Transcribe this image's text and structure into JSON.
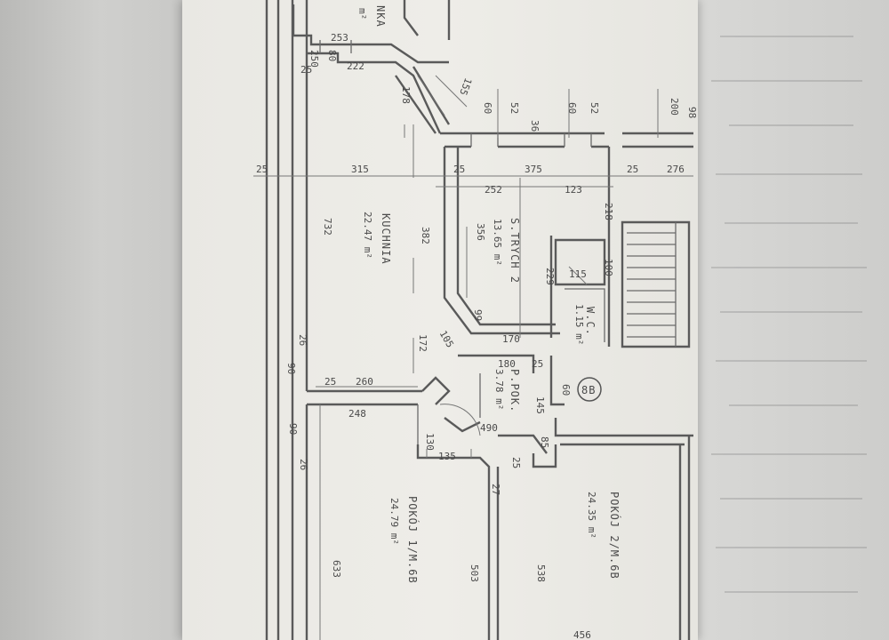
{
  "labels": {
    "top_kitchen_frag": "NKA",
    "top_area_frag": "m²",
    "d253": "253",
    "d222": "222",
    "d80": "80",
    "d250": "250",
    "d25a": "25",
    "d178": "178",
    "d155": "155",
    "d60a": "60",
    "d52a": "52",
    "d36": "36",
    "d60b": "60",
    "d52b": "52",
    "d200": "200",
    "d98": "98",
    "d25_left": "25",
    "d315": "315",
    "d25_mid": "25",
    "d375": "375",
    "d25_right": "25",
    "d276": "276",
    "d252": "252",
    "d123": "123",
    "d732": "732",
    "d382": "382",
    "d356": "356",
    "d218": "218",
    "d229": "229",
    "d115": "115",
    "d100": "100",
    "d99": "99",
    "d170": "170",
    "d172": "172",
    "d105": "105",
    "d26a": "26",
    "d90a": "90",
    "d25b": "25",
    "d260": "260",
    "d248": "248",
    "d180": "180",
    "d25c": "25",
    "d90b": "90",
    "d26b": "26",
    "d130": "130",
    "d135": "135",
    "d490": "490",
    "d25d": "25",
    "d85": "85",
    "d27": "27",
    "d633": "633",
    "d503": "503",
    "d538": "538",
    "d456": "456",
    "d60c": "60",
    "d145": "145",
    "room_kitchen": "KUCHNIA",
    "area_kitchen": "22.47 m²",
    "room_hall2": "S.TRYCH 2",
    "area_hall2": "13.65 m²",
    "room_wc": "W.C.",
    "area_wc": "1.15 m²",
    "room_corridor": "P.POK.",
    "area_corridor": "3.78 m²",
    "room_p1": "POKÓJ 1/M.6B",
    "area_p1": "24.79 m²",
    "room_p2": "POKÓJ 2/M.6B",
    "area_p2": "24.35 m²",
    "unit_badge": "8B"
  }
}
